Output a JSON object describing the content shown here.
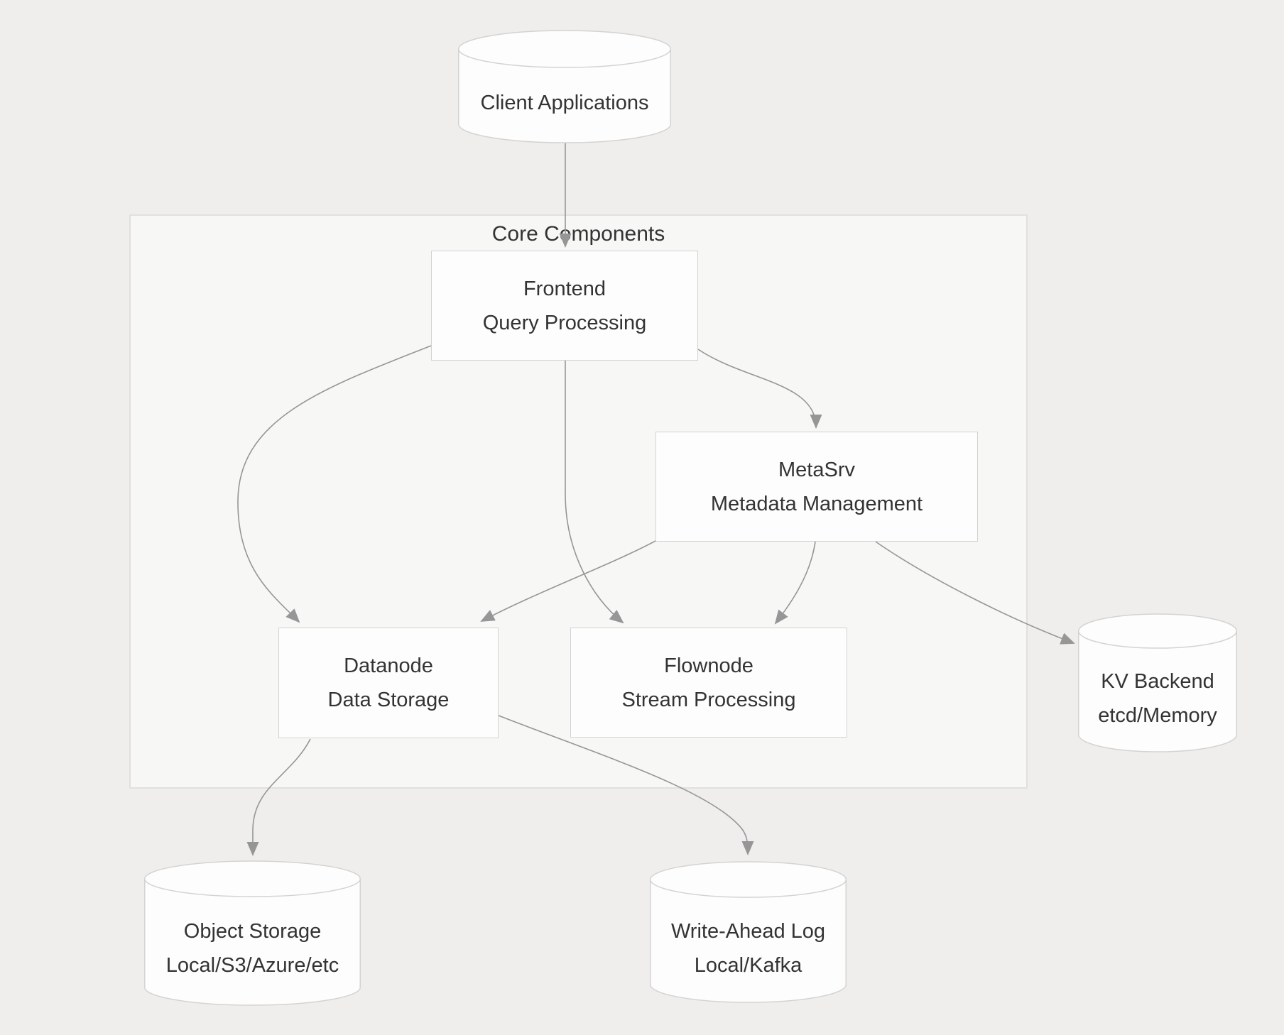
{
  "colors": {
    "background": "#f0eeec",
    "subgraph_fill": "#f7f7f6",
    "subgraph_border": "#e2e0de",
    "node_fill": "#fdfdfd",
    "node_border": "#d5d3d1",
    "edge": "#969696",
    "text": "#333333"
  },
  "subgraph": {
    "label": "Core Components"
  },
  "nodes": {
    "client": {
      "shape": "cylinder",
      "label": "Client Applications"
    },
    "frontend": {
      "shape": "rect",
      "label": "Frontend",
      "sublabel": "Query Processing"
    },
    "metasrv": {
      "shape": "rect",
      "label": "MetaSrv",
      "sublabel": "Metadata Management"
    },
    "datanode": {
      "shape": "rect",
      "label": "Datanode",
      "sublabel": "Data Storage"
    },
    "flownode": {
      "shape": "rect",
      "label": "Flownode",
      "sublabel": "Stream Processing"
    },
    "kv_backend": {
      "shape": "cylinder",
      "label": "KV Backend",
      "sublabel": "etcd/Memory"
    },
    "object_storage": {
      "shape": "cylinder",
      "label": "Object Storage",
      "sublabel": "Local/S3/Azure/etc"
    },
    "write_ahead_log": {
      "shape": "cylinder",
      "label": "Write-Ahead Log",
      "sublabel": "Local/Kafka"
    }
  },
  "edges": [
    {
      "from": "client",
      "to": "frontend"
    },
    {
      "from": "frontend",
      "to": "metasrv"
    },
    {
      "from": "frontend",
      "to": "datanode"
    },
    {
      "from": "frontend",
      "to": "flownode"
    },
    {
      "from": "metasrv",
      "to": "datanode"
    },
    {
      "from": "metasrv",
      "to": "flownode"
    },
    {
      "from": "metasrv",
      "to": "kv_backend"
    },
    {
      "from": "datanode",
      "to": "object_storage"
    },
    {
      "from": "datanode",
      "to": "write_ahead_log"
    }
  ]
}
